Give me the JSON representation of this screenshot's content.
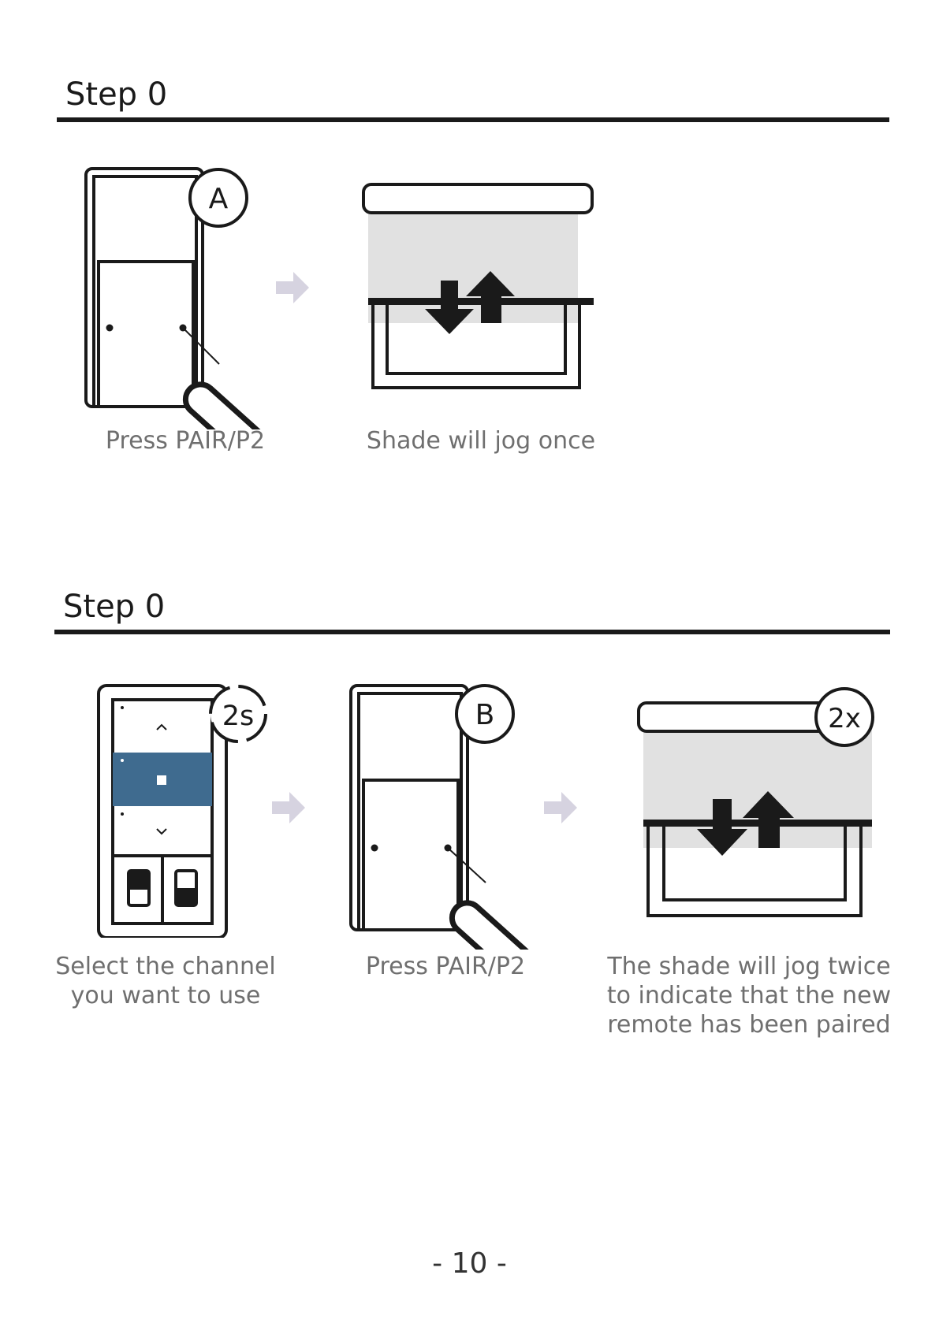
{
  "colors": {
    "ink": "#1a1a1a",
    "caption_gray": "#6f6f6f",
    "arrow_gray": "#d6d3e0",
    "shade_fill": "#e1e1e1",
    "channel_highlight": "#3f6b8f"
  },
  "step1": {
    "title": "Step 0",
    "badge_a": "A",
    "caption_press": "Press PAIR/P2",
    "caption_jog": "Shade will jog once"
  },
  "step2": {
    "title": "Step 0",
    "timer_label": "2s",
    "badge_b": "B",
    "badge_2x": "2x",
    "caption_select": [
      "Select the channel",
      "you want to use"
    ],
    "caption_press": "Press PAIR/P2",
    "caption_jog_twice": [
      "The shade will jog twice",
      "to indicate that the new",
      "remote has been paired"
    ]
  },
  "icons": {
    "next_arrow": "arrow-right-icon",
    "up_arrow": "arrow-up-icon",
    "down_arrow": "arrow-down-icon",
    "pin_tool": "pin-tool-icon",
    "timer": "timer-icon"
  },
  "footer": {
    "page_number": "- 10 -"
  }
}
